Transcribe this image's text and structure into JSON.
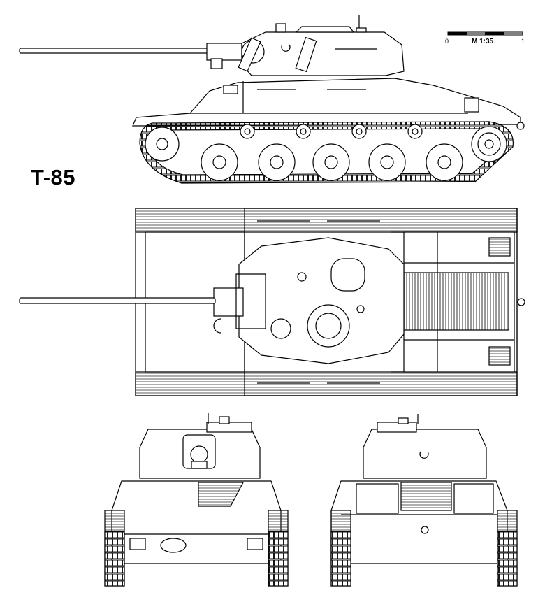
{
  "title": "T-85",
  "scale": {
    "label": "M 1:35",
    "start": "0",
    "end": "1"
  },
  "views": {
    "side": "",
    "top": "",
    "front": "",
    "rear": ""
  },
  "colors": {
    "ink": "#000000",
    "paper": "#ffffff",
    "hatch": "#333333"
  }
}
